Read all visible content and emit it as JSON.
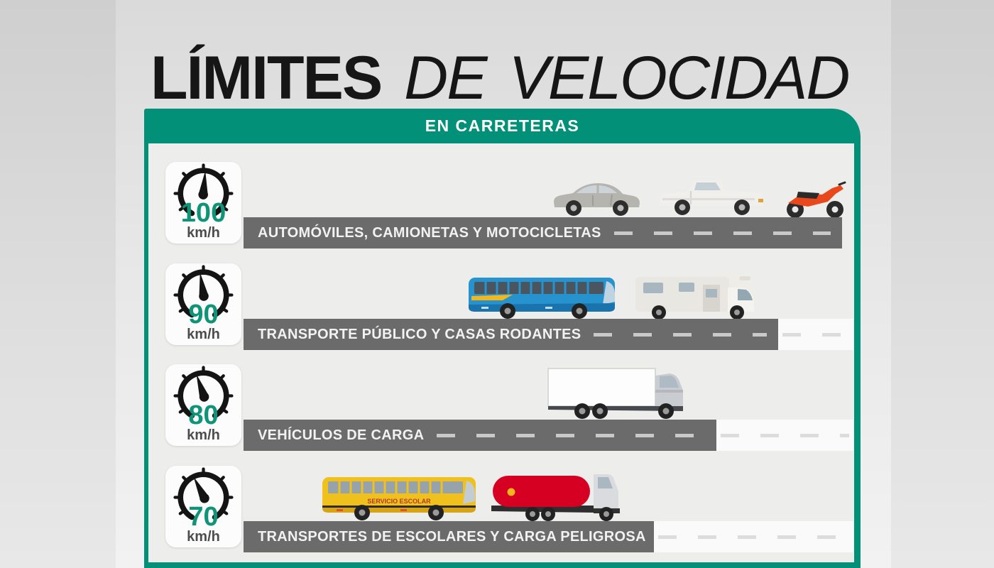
{
  "title": {
    "word1": "LÍMITES",
    "word2": "DE",
    "word3": "VELOCIDAD"
  },
  "banner": {
    "label": "EN CARRETERAS"
  },
  "rows": [
    {
      "speed": "100",
      "unit": "km/h",
      "label": "AUTOMÓVILES, CAMIONETAS Y MOTOCICLETAS",
      "vehicles": [
        "sedan-icon",
        "pickup-truck-icon",
        "motorcycle-icon"
      ]
    },
    {
      "speed": "90",
      "unit": "km/h",
      "label": "TRANSPORTE PÚBLICO Y CASAS RODANTES",
      "vehicles": [
        "coach-bus-icon",
        "motorhome-icon"
      ]
    },
    {
      "speed": "80",
      "unit": "km/h",
      "label": "VEHÍCULOS DE CARGA",
      "vehicles": [
        "box-truck-icon"
      ]
    },
    {
      "speed": "70",
      "unit": "km/h",
      "label": "TRANSPORTES DE ESCOLARES Y CARGA PELIGROSA",
      "vehicles": [
        "school-bus-icon",
        "tanker-truck-icon"
      ],
      "bus_text": "SERVICIO ESCOLAR"
    }
  ],
  "colors": {
    "brand_green": "#029178",
    "speed_number_green": "#0F9478",
    "road_gray": "#6B6B6B",
    "panel_bg": "#EDEEEC",
    "title_black": "#161616",
    "km_unit_gray": "#4C4C4C"
  }
}
